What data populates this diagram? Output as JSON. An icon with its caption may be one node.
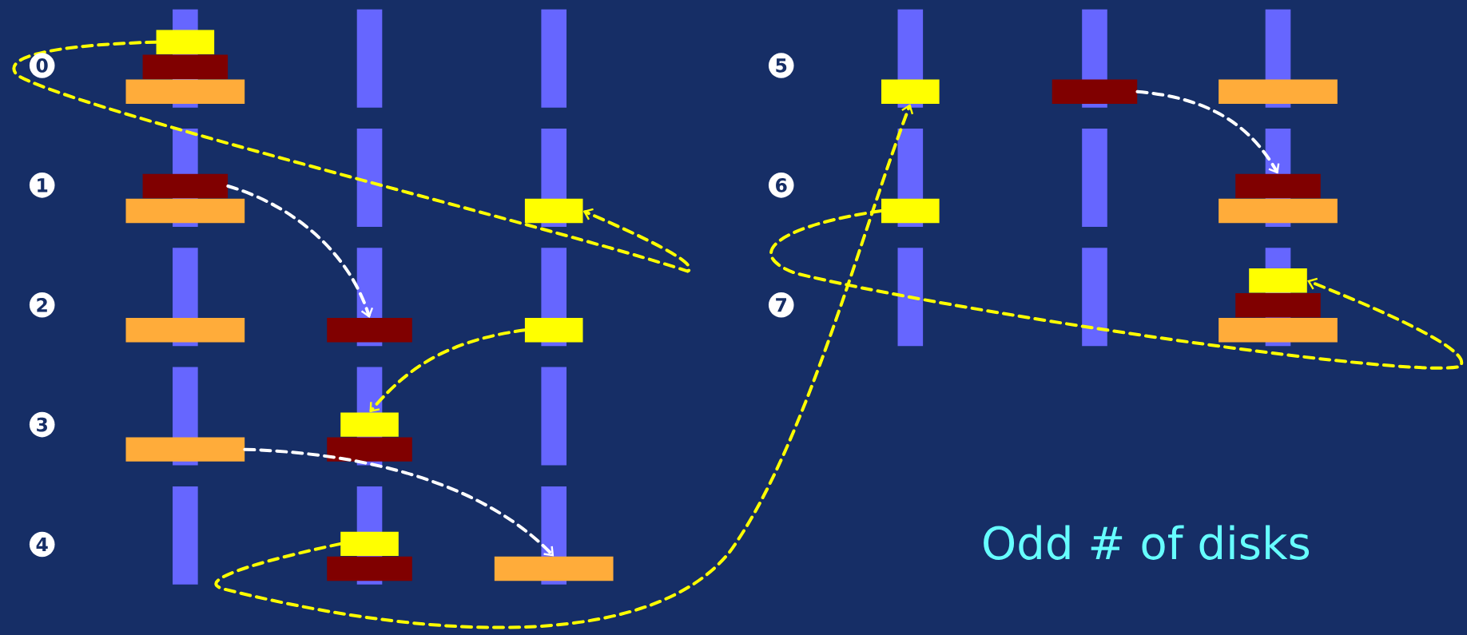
{
  "diagram": {
    "nodes": [
      {
        "text": [],
        "shape": "bar"
      },
      {
        "text": [],
        "shape": "bar"
      },
      {
        "text": [],
        "shape": "bar"
      },
      {
        "text": [],
        "shape": "bar"
      },
      {
        "text": [],
        "shape": "bar"
      },
      {
        "text": [],
        "shape": "bar"
      },
      {
        "text": [],
        "shape": "bar"
      },
      {
        "text": [],
        "shape": "bar"
      },
      {
        "text": [],
        "shape": "bar"
      },
      {
        "text": [],
        "shape": "bar"
      },
      {
        "text": [],
        "shape": "bar"
      },
      {
        "text": [],
        "shape": "bar"
      },
      {
        "text": [],
        "shape": "bar"
      },
      {
        "text": [],
        "shape": "bar"
      },
      {
        "text": [],
        "shape": "bar"
      },
      {
        "text": [],
        "shape": "bar"
      },
      {
        "text": [],
        "shape": "bar"
      },
      {
        "text": [],
        "shape": "bar"
      },
      {
        "text": [],
        "shape": "bar"
      },
      {
        "text": [],
        "shape": "bar"
      },
      {
        "text": [],
        "shape": "bar"
      },
      {
        "text": [],
        "shape": "bar"
      },
      {
        "text": [],
        "shape": "bar"
      },
      {
        "text": [],
        "shape": "bar"
      }
    ],
    "edges": [
      {
        "from": 0,
        "to": 5,
        "arrow": "to",
        "style": "dashed",
        "color": "#ffff00"
      },
      {
        "from": 3,
        "to": 7,
        "arrow": "to",
        "style": "dashed",
        "color": "#ffffff"
      },
      {
        "from": 8,
        "to": 10,
        "arrow": "to",
        "style": "dashed",
        "color": "#ffff00"
      },
      {
        "from": 9,
        "to": 14,
        "arrow": "to",
        "style": "dashed",
        "color": "#ffffff"
      },
      {
        "from": 12,
        "to": 15,
        "arrow": "to",
        "style": "dashed",
        "color": "#ffff00"
      },
      {
        "from": 16,
        "to": 19,
        "arrow": "to",
        "style": "dashed",
        "color": "#ffffff"
      },
      {
        "from": 18,
        "to": 21,
        "arrow": "to",
        "style": "dashed",
        "color": "#ffff00"
      }
    ],
    "labels": [
      "0",
      "1",
      "2",
      "3",
      "4",
      "5",
      "6",
      "7",
      "Odd # of disks"
    ]
  }
}
